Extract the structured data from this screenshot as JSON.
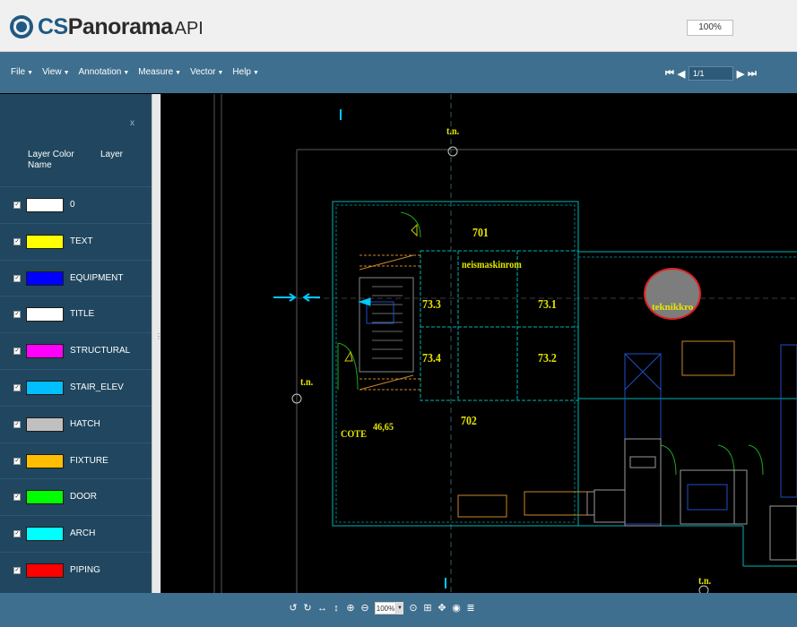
{
  "header": {
    "logo_cs": "CS",
    "logo_panorama": "Panorama",
    "logo_api": "API",
    "zoom_display": "100%"
  },
  "menubar": {
    "menus": [
      "File",
      "View",
      "Annotation",
      "Measure",
      "Vector",
      "Help"
    ],
    "page_value": "1/1"
  },
  "sidebar": {
    "close_label": "x",
    "col_color": "Layer Color Name",
    "col_layer": "Layer",
    "layers": [
      {
        "name": "0",
        "color": "#ffffff"
      },
      {
        "name": "TEXT",
        "color": "#ffff00"
      },
      {
        "name": "EQUIPMENT",
        "color": "#0000ff"
      },
      {
        "name": "TITLE",
        "color": "#ffffff"
      },
      {
        "name": "STRUCTURAL",
        "color": "#ff00ff"
      },
      {
        "name": "STAIR_ELEV",
        "color": "#00bfff"
      },
      {
        "name": "HATCH",
        "color": "#c0c0c0"
      },
      {
        "name": "FIXTURE",
        "color": "#ffbf00"
      },
      {
        "name": "DOOR",
        "color": "#00ff00"
      },
      {
        "name": "ARCH",
        "color": "#00ffff"
      },
      {
        "name": "PIPING",
        "color": "#ff0000"
      }
    ]
  },
  "drawing": {
    "labels": {
      "tn_top": "t.n.",
      "room_701": "701",
      "room_name": "neismaskinrom",
      "r_733": "73.3",
      "r_731": "73.1",
      "r_734": "73.4",
      "r_732": "73.2",
      "tn_left": "t.n.",
      "cote": "COTE",
      "cote_value": "46,65",
      "room_702": "702",
      "tn_bottom": "t.n.",
      "annotation": "teknikkro"
    }
  },
  "bottombar": {
    "zoom_value": "100%"
  }
}
